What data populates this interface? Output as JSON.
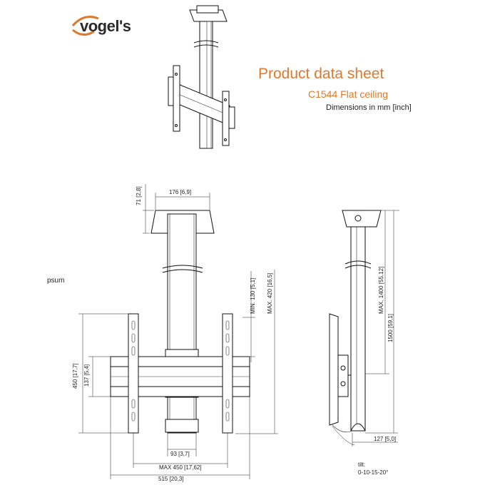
{
  "header": {
    "brand": "vogel's",
    "title": "Product data sheet",
    "subtitle": "C1544 Flat ceiling",
    "units_note": "Dimensions in mm [inch]"
  },
  "stray_text": "psum",
  "dimensions": {
    "top_width": "176 [6,9]",
    "top_height": "71 [2,8]",
    "min_length": "MIN. 130 [5,1]",
    "max_length": "MAX. 420 [16,5]",
    "plate_height": "450 [17,7]",
    "bar_height": "137 [5,4]",
    "bar_gap": "93 [3,7]",
    "max_width": "MAX 450 [17,62]",
    "total_width": "515 [20,3]",
    "side_max": "MAX. 1400 [55,12]",
    "side_total": "1500 [59,1]",
    "side_depth": "127 [5,0]",
    "tilt_label": "tilt:",
    "tilt_values": "0-10-15-20°"
  }
}
